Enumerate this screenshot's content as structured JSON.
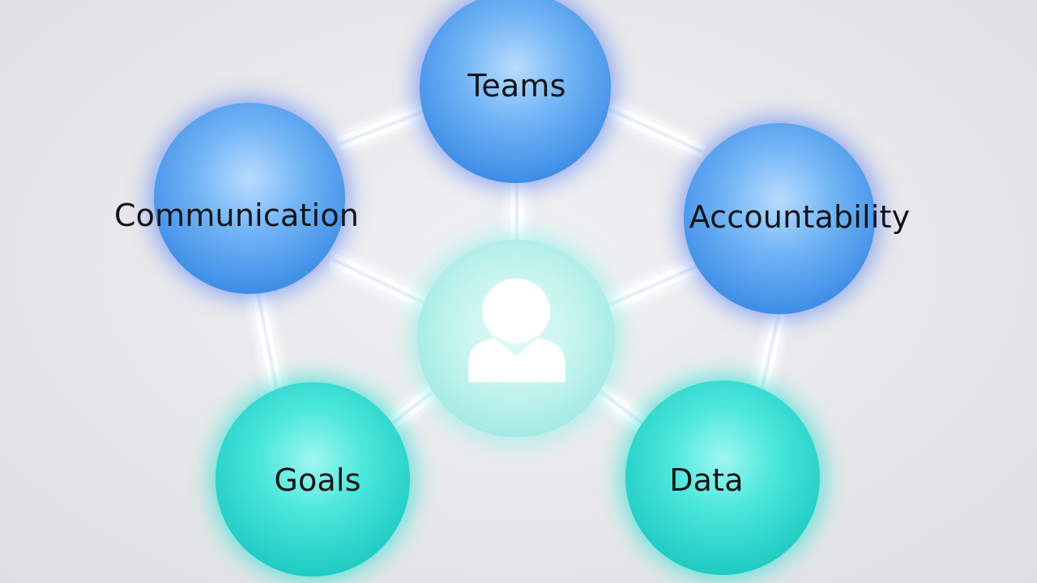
{
  "nodes": {
    "teams": {
      "label": "Teams"
    },
    "communication": {
      "label": "Communication"
    },
    "accountability": {
      "label": "Accountability"
    },
    "goals": {
      "label": "Goals"
    },
    "data": {
      "label": "Data"
    }
  },
  "center": {
    "icon": "person-icon"
  },
  "colors": {
    "blue_node": "#5aa4ef",
    "teal_node": "#3fe3d8",
    "center_node": "#c7f4ef",
    "connector": "#ffffff",
    "background": "#e8e9eb"
  }
}
